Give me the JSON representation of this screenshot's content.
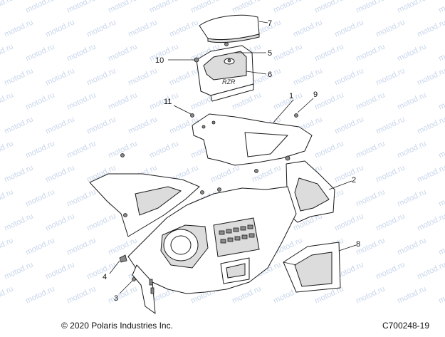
{
  "watermark": "motod.ru",
  "callouts": [
    {
      "id": "1",
      "label": "1"
    },
    {
      "id": "2",
      "label": "2"
    },
    {
      "id": "3",
      "label": "3"
    },
    {
      "id": "4",
      "label": "4"
    },
    {
      "id": "5",
      "label": "5"
    },
    {
      "id": "6",
      "label": "6"
    },
    {
      "id": "7",
      "label": "7"
    },
    {
      "id": "8",
      "label": "8"
    },
    {
      "id": "9",
      "label": "9"
    },
    {
      "id": "10",
      "label": "10"
    },
    {
      "id": "11",
      "label": "11"
    }
  ],
  "footer": {
    "copyright": "© 2020 Polaris Industries Inc.",
    "drawing_code": "C700248-19"
  }
}
